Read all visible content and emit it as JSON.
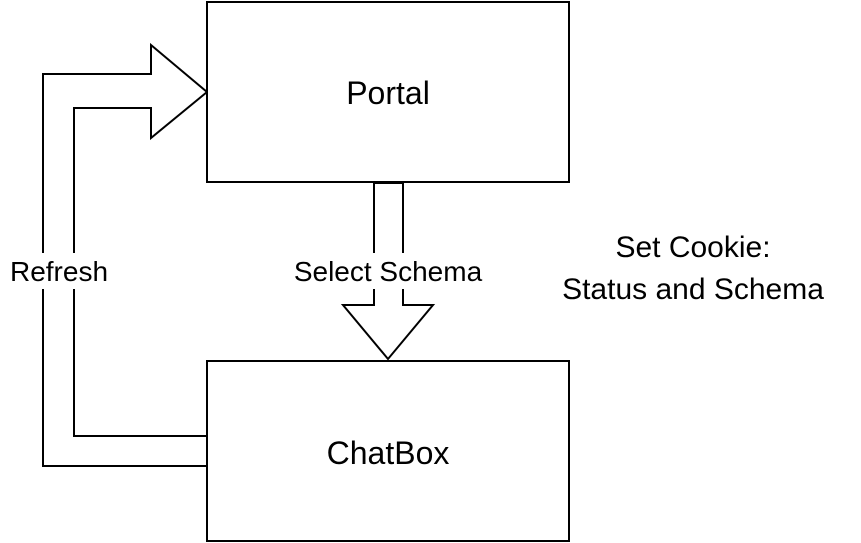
{
  "nodes": {
    "portal": {
      "label": "Portal"
    },
    "chatbox": {
      "label": "ChatBox"
    }
  },
  "edges": {
    "refresh": {
      "label": "Refresh"
    },
    "select_schema": {
      "label": "Select Schema"
    }
  },
  "note": {
    "line1": "Set Cookie:",
    "line2": "Status and Schema"
  },
  "colors": {
    "stroke": "#000000",
    "fill": "#ffffff",
    "text": "#000000"
  }
}
